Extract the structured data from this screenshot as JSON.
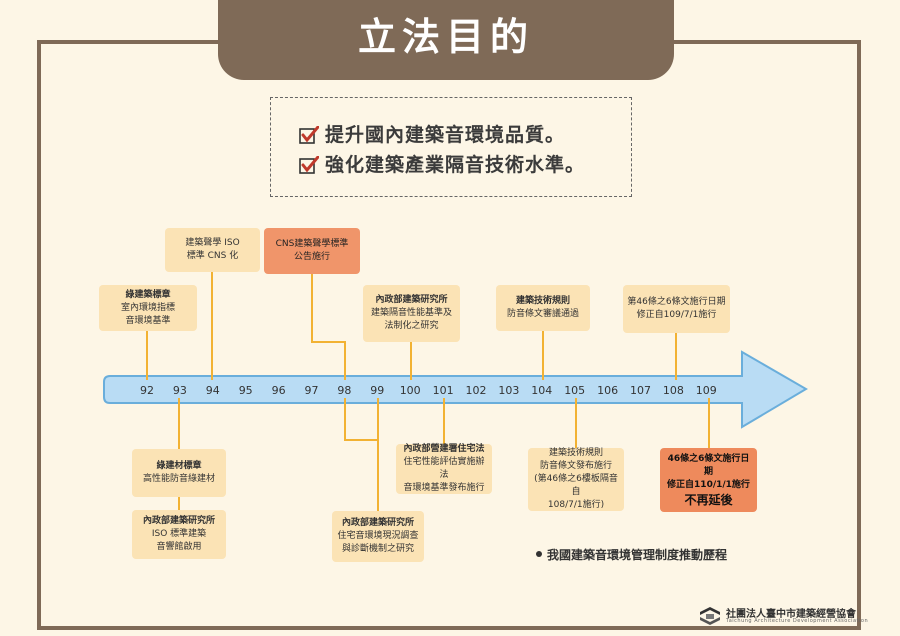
{
  "title": "立法目的",
  "goals": [
    "提升國內建築音環境品質。",
    "強化建築產業隔音技術水準。"
  ],
  "years": [
    "92",
    "93",
    "94",
    "95",
    "96",
    "97",
    "98",
    "99",
    "100",
    "101",
    "102",
    "103",
    "104",
    "105",
    "106",
    "107",
    "108",
    "109"
  ],
  "events_top": [
    {
      "lines": [
        "綠建築標章",
        "室內環境指標",
        "音環境基準"
      ]
    },
    {
      "lines": [
        "建築聲學 ISO",
        "標準 CNS 化"
      ]
    },
    {
      "lines": [
        "CNS建築聲學標準",
        "公告施行"
      ]
    },
    {
      "lines": [
        "內政部建築研究所",
        "建築隔音性能基準及",
        "法制化之研究"
      ]
    },
    {
      "lines": [
        "建築技術規則",
        "防音條文審議通過"
      ]
    },
    {
      "lines": [
        "第46條之6條文施行日期",
        "修正自109/7/1施行"
      ]
    }
  ],
  "events_bottom": [
    {
      "lines": [
        "綠建材標章",
        "高性能防音綠建材"
      ]
    },
    {
      "lines": [
        "內政部建築研究所",
        "ISO 標準建築",
        "音響館啟用"
      ]
    },
    {
      "lines": [
        "內政部建築研究所",
        "住宅音環境現況調查",
        "與診斷機制之研究"
      ]
    },
    {
      "lines": [
        "內政部營建署住宅法",
        "住宅性能評估實施辦法",
        "音環境基準發布施行"
      ]
    },
    {
      "lines": [
        "建築技術規則",
        "防音條文發布施行",
        "(第46條之6樓板隔音自",
        "108/7/1施行)"
      ]
    },
    {
      "lines": [
        "46條之6條文施行日期",
        "修正自110/1/1施行"
      ],
      "emphasis": "不再延後"
    }
  ],
  "caption": "我國建築音環境管理制度推動歷程",
  "org": {
    "name": "社團法人臺中市建築經營協會",
    "subtitle": "Taichung Architecture Development Association"
  },
  "colors": {
    "brown": "#7f6a57",
    "background": "#fdf6e6",
    "box": "#fbe3b5",
    "highlight": "#f0956a",
    "arrow": "#b9dcf4",
    "connector": "#f2b233",
    "check": "#c0392b"
  }
}
